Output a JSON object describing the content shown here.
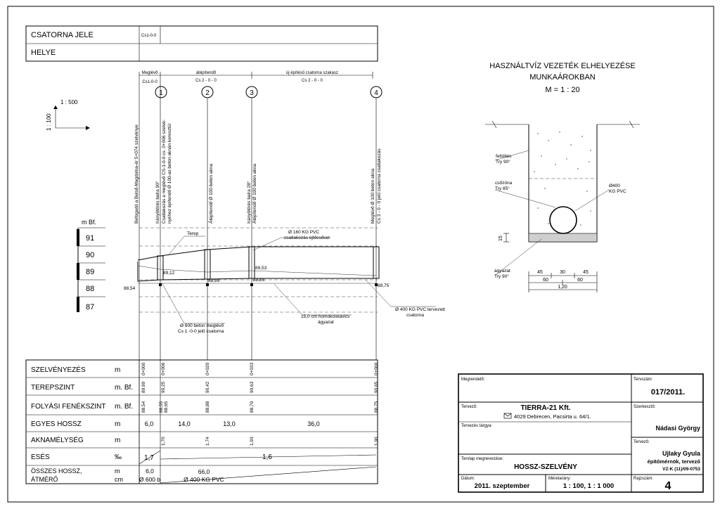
{
  "header_rows": {
    "csatorna_jele": "CSATORNA JELE",
    "csatorna_jele_value": "Cs1-0-0",
    "helye": "HELYE"
  },
  "sections": {
    "meglevo": "Meglévő",
    "meglevo_code": "Cs1-0-0",
    "atepitendo": "átépítendő",
    "atepitendo_code": "Cs 2 - 0 - 0",
    "uj": "új építésű csatorna szakasz",
    "uj_code": "Cs 2 - 0 - 0"
  },
  "scales": {
    "horizontal": "1 : 500",
    "vertical": "1 : 100"
  },
  "elevation_unit": "m Bf.",
  "elevations": [
    "91",
    "90",
    "89",
    "88",
    "87"
  ],
  "manholes": [
    {
      "number": "1",
      "note1": "Irányötörés balra 90°",
      "note2": "Csatlakozás a meglévő CS-1-0-0 cs. 0+006 szelvé-",
      "note3": "nyéhez építendő Ø 100-as beton aknán keresztül"
    },
    {
      "number": "2",
      "note1": "Átépítendő Ø 100 beton akna"
    },
    {
      "number": "3",
      "note1": "Irányötörés balra 28°",
      "note2": "Átépítendő Ø 100 beton akna"
    },
    {
      "number": "4",
      "note1": "Meglévő Ø 100 beton akna",
      "note2": "Cs 3 - 0 - 0 jelű csatorna csatlakozás"
    }
  ],
  "start_note": "Befogadó a Belső-Magdolna-ér 5+074 szelvénye",
  "profile_labels": {
    "terep": "Terep",
    "kg160": "Ø 160 KG PVC",
    "kg160_b": "csatlakozás ejtőcsővel",
    "beton600": "Ø 600 beton meglévő",
    "beton600_b": "Cs 1 -0-0 jelű csatorna",
    "homok": "15,0 cm homokoskavics",
    "homok_b": "ágyazat",
    "kg400": "Ø 400 KG PVC tervezett",
    "kg400_b": "csatorna"
  },
  "profile_levels": [
    "88,54",
    "89,12",
    "88,99",
    "89,53",
    "88,85",
    "88,75"
  ],
  "table": {
    "rows": [
      {
        "label": "SZELVÉNYEZÉS",
        "unit": "m",
        "values": [
          "0+000",
          "0+006",
          "0+020",
          "0+033",
          "0+069"
        ]
      },
      {
        "label": "TEREPSZINT",
        "unit": "m. Bf.",
        "values": [
          "89,99",
          "90,25",
          "90,42",
          "90,63",
          "90,65"
        ]
      },
      {
        "label": "FOLYÁSI FENÉKSZINT",
        "unit": "m. Bf.",
        "values": [
          "88,54",
          "88,55",
          "88,65",
          "88,88",
          "88,70",
          "88,75"
        ]
      },
      {
        "label": "EGYES HOSSZ",
        "unit": "m",
        "values": [
          "6,0",
          "14,0",
          "13,0",
          "36,0"
        ]
      },
      {
        "label": "AKNAMÉLYSÉG",
        "unit": "m",
        "values": [
          "1,70",
          "1,74",
          "1,93",
          "1,90"
        ]
      },
      {
        "label": "ESÉS",
        "unit": "‰",
        "values": [
          "1,7",
          "1,6"
        ]
      }
    ],
    "last_label1": "ÖSSZES HOSSZ,",
    "last_label2": "ÁTMÉRŐ",
    "last_unit1": "m",
    "last_unit2": "cm",
    "last_values": [
      "6,0",
      "Ø 600 b",
      "66,0",
      "Ø 400 KG PVC"
    ]
  },
  "trench": {
    "title1": "HASZNÁLTVÍZ VEZETÉK ELHELYEZÉSE",
    "title2": "MUNKAÁROKBAN",
    "scale": "M = 1 : 20",
    "feltoltes": "feltöltés",
    "feltoltes_b": "Try 90°",
    "csozona": "csőzóna",
    "csozona_b": "Try 85°",
    "pipe": "Ø400",
    "pipe_b": "KG PVC",
    "agyazat": "ágyazat",
    "agyazat_b": "Try 90°",
    "dim15": "15",
    "dims": [
      "45",
      "30",
      "45",
      "60",
      "60",
      "1,20"
    ]
  },
  "title_block": {
    "megrendelo": "Megrendelő:",
    "tervszam_label": "Tervszám:",
    "tervszam": "017/2011.",
    "tervezo_label": "Tervező:",
    "company": "TIERRA-21 Kft.",
    "address": "4029 Debrecen, Pacsirta u. 64/1.",
    "szerkeszto_label": "Szerkesztő:",
    "szerkeszto": "Nádasi György",
    "tervezes_targya": "Tervezés tárgya:",
    "tervezo2_label": "Tervező:",
    "engineer": "Ujlaky Gyula",
    "engineer_title": "építőmérnök, tervező",
    "engineer_id": "VZ-K (11)/09-0753",
    "megnevezes_label": "Tervlap megnevezése:",
    "megnevezes": "HOSSZ-SZELVÉNY",
    "datum_label": "Dátum:",
    "datum": "2011. szeptember",
    "meretarany_label": "Méretarány:",
    "meretarany": "1 : 100, 1 : 1 000",
    "rajzszam_label": "Rajzszám:",
    "rajzszam": "4"
  }
}
